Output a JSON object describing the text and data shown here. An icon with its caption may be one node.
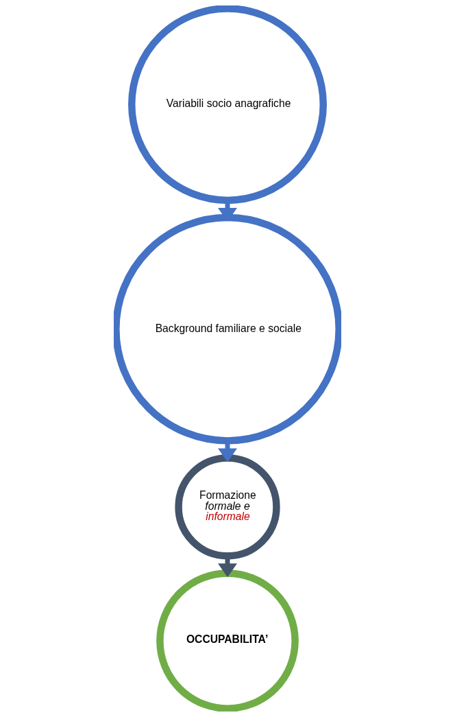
{
  "diagram": {
    "nodes": [
      {
        "text": [
          "Variabili socio anagrafiche"
        ]
      },
      {
        "text": [
          "Background familiare e sociale"
        ]
      },
      {
        "text": [
          "Formazione",
          "formale e",
          "informale"
        ]
      },
      {
        "text": [
          "OCCUPABILITA’"
        ]
      }
    ],
    "edges": [
      {
        "from": 0,
        "to": 1,
        "arrow": "to"
      },
      {
        "from": 1,
        "to": 2,
        "arrow": "to"
      },
      {
        "from": 2,
        "to": 3,
        "arrow": "to",
        "color": "#44546a"
      }
    ]
  }
}
